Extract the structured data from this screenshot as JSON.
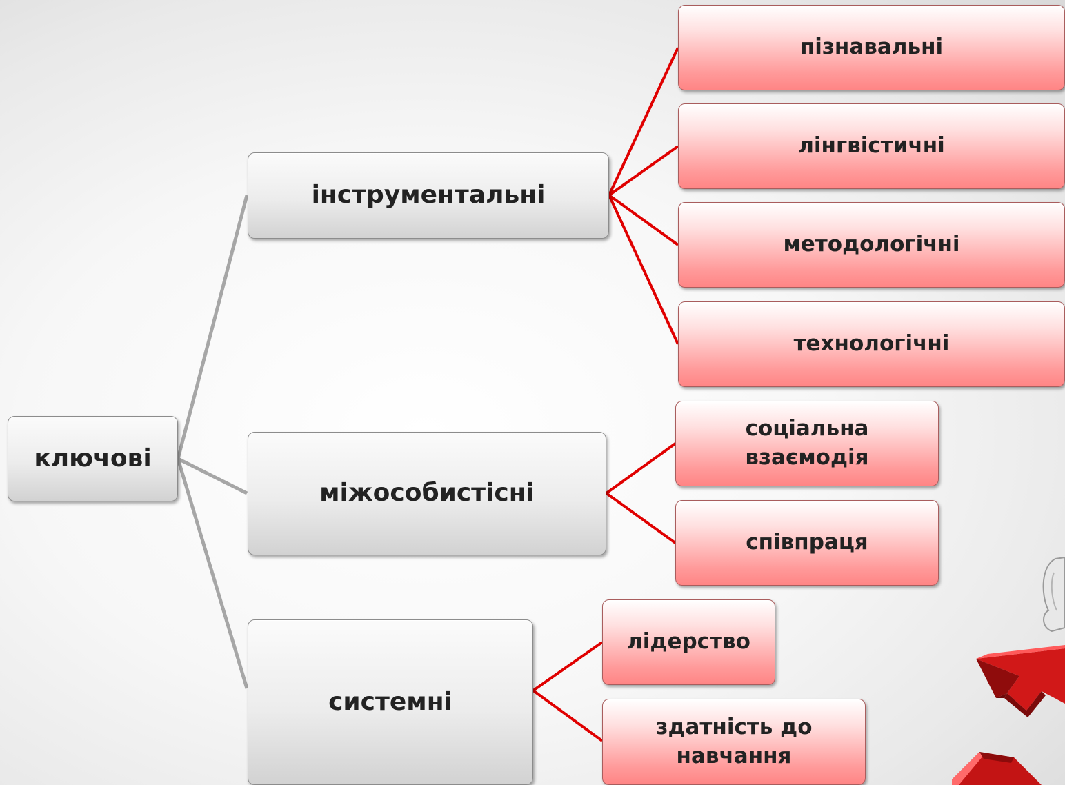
{
  "diagram": {
    "root": {
      "label": "ключові"
    },
    "branches": [
      {
        "label": "інструментальні",
        "children": [
          "пізнавальні",
          "лінгвістичні",
          "методологічні",
          "технологічні"
        ]
      },
      {
        "label": "міжособистісні",
        "children": [
          "соціальна взаємодія",
          "співпраця"
        ]
      },
      {
        "label": "системні",
        "children": [
          "лідерство",
          "здатність до навчання"
        ]
      }
    ]
  },
  "colors": {
    "gray_connector": "#a6a6a6",
    "red_connector": "#e00000",
    "red_box_bottom": "#ff8585",
    "gray_box_bottom": "#d2d2d2"
  },
  "decoration": {
    "icon": "3d-cursor-arrow-icon"
  }
}
